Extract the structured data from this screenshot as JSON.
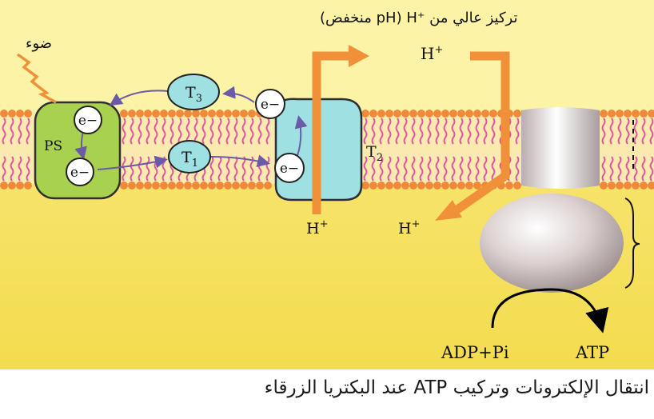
{
  "top_label": "تركيز عالي من ⁺H (pH منخفض)",
  "light_label": "ضوء",
  "ps_label": "PS",
  "electron_label": "e−",
  "t1": {
    "base": "T",
    "sub": "1"
  },
  "t2": {
    "base": "T",
    "sub": "2"
  },
  "t3": {
    "base": "T",
    "sub": "3"
  },
  "h_label": "H",
  "h_sup": "+",
  "adp_label": "ADP+Pi",
  "atp_label": "ATP",
  "caption": "انتقال الإلكترونات وتركيب ATP عند البكتريا الزرقاء",
  "colors": {
    "upper_bg": "#fcf3a6",
    "lower_bg": "#f5e15c",
    "membrane_head": "#f08a3a",
    "membrane_tail": "#e0559f",
    "ps_fill": "#a8d14f",
    "t_fill": "#9fe0e3",
    "arrow_orange": "#f0913a",
    "atp_synthase": "#d9cccc"
  }
}
